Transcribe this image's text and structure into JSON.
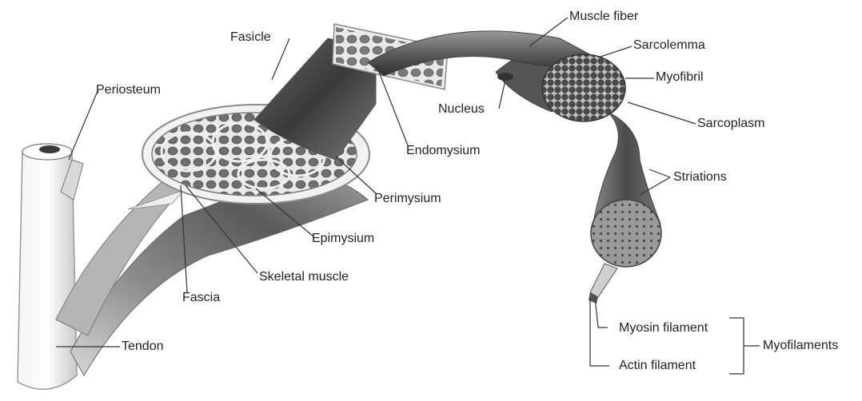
{
  "labels": {
    "muscle_fiber": "Muscle fiber",
    "sarcolemma": "Sarcolemma",
    "myofibril": "Myofibril",
    "sarcoplasm": "Sarcoplasm",
    "fasicle": "Fasicle",
    "periosteum": "Periosteum",
    "nucleus": "Nucleus",
    "endomysium": "Endomysium",
    "striations": "Striations",
    "perimysium": "Perimysium",
    "epimysium": "Epimysium",
    "skeletal_muscle": "Skeletal muscle",
    "fascia": "Fascia",
    "tendon": "Tendon",
    "myosin_filament": "Myosin filament",
    "actin_filament": "Actin filament",
    "myofilaments": "Myofilaments"
  },
  "colors": {
    "ink": "#222222",
    "leader": "#333333",
    "tissue_dark": "#3a3a3a",
    "tissue_mid": "#8a8a8a",
    "tissue_light": "#e6e6e6"
  }
}
